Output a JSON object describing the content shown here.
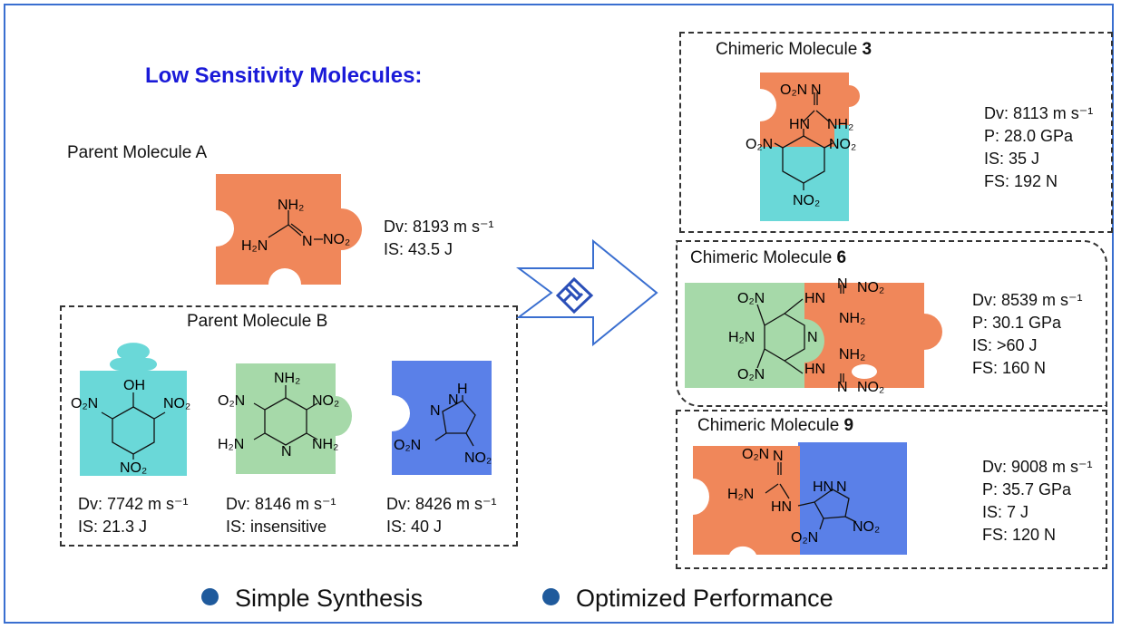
{
  "heading": "Low Sensitivity Molecules:",
  "parent_a": {
    "label": "Parent Molecule A",
    "props": [
      "Dv: 8193 m s⁻¹",
      "IS: 43.5 J"
    ],
    "atoms": [
      "NH₂",
      "H₂N",
      "N",
      "NO₂"
    ]
  },
  "parent_b": {
    "label": "Parent Molecule B",
    "molecules": [
      {
        "props": [
          "Dv: 7742 m s⁻¹",
          "IS: 21.3 J"
        ],
        "atoms": [
          "OH",
          "O₂N",
          "NO₂",
          "NO₂"
        ]
      },
      {
        "props": [
          "Dv: 8146 m s⁻¹",
          "IS: insensitive"
        ],
        "atoms": [
          "NH₂",
          "O₂N",
          "NO₂",
          "H₂N",
          "N",
          "NH₂"
        ]
      },
      {
        "props": [
          "Dv: 8426 m s⁻¹",
          "IS: 40 J"
        ],
        "atoms": [
          "H",
          "N",
          "N",
          "O₂N",
          "NO₂"
        ]
      }
    ]
  },
  "chimeric": [
    {
      "label_prefix": "Chimeric Molecule ",
      "number": "3",
      "props": [
        "Dv: 8113 m s⁻¹",
        "P: 28.0 GPa",
        "IS: 35 J",
        "FS: 192 N"
      ],
      "atoms": [
        "O₂N",
        "N",
        "HN",
        "NH₂",
        "O₂N",
        "NO₂",
        "NO₂"
      ]
    },
    {
      "label_prefix": "Chimeric Molecule ",
      "number": "6",
      "props": [
        "Dv: 8539 m s⁻¹",
        "P: 30.1 GPa",
        "IS: >60 J",
        "FS: 160 N"
      ],
      "atoms": [
        "O₂N",
        "H₂N",
        "O₂N",
        "N",
        "HN",
        "N",
        "NO₂",
        "NH₂",
        "HN",
        "NH₂",
        "N",
        "NO₂"
      ]
    },
    {
      "label_prefix": "Chimeric Molecule ",
      "number": "9",
      "props": [
        "Dv: 9008 m s⁻¹",
        "P: 35.7 GPa",
        "IS: 7 J",
        "FS: 120 N"
      ],
      "atoms": [
        "O₂N",
        "N",
        "H₂N",
        "HN",
        "HN",
        "N",
        "NO₂",
        "O₂N"
      ]
    }
  ],
  "footer": [
    "Simple Synthesis",
    "Optimized Performance"
  ],
  "colors": {
    "orange": "#f0875a",
    "cyan": "#6ad8d8",
    "green": "#a6d9a9",
    "blue": "#5a80e8",
    "heading": "#1a1ad8",
    "bullet": "#1f5a9c",
    "frame": "#3a6fd0"
  }
}
